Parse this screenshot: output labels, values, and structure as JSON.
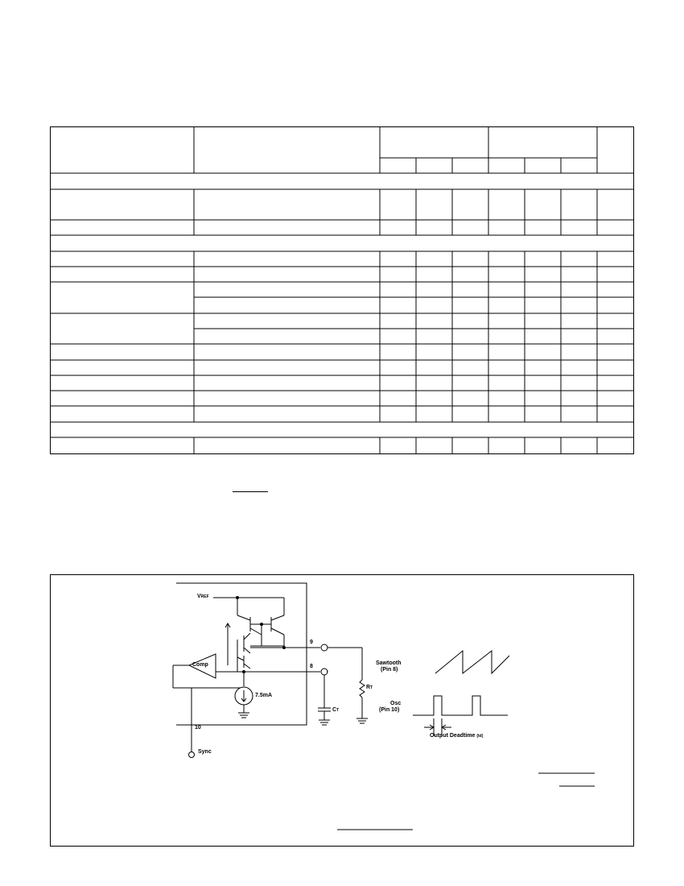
{
  "circuit": {
    "vref_main": "V",
    "vref_sub": "REF",
    "comp_label": "Comp",
    "current_source": "7.5mA",
    "pin_9": "9",
    "pin_8": "8",
    "pin_10": "10",
    "sync_label": "Sync",
    "rt_main": "R",
    "rt_sub": "T",
    "ct_main": "C",
    "ct_sub": "T",
    "sawtooth_label_1": "Sawtooth",
    "sawtooth_label_2": "(Pin 8)",
    "osc_label_1": "Osc",
    "osc_label_2": "(Pin 10)",
    "deadtime_label": "Output Deadtime",
    "deadtime_sym": "(td)"
  }
}
